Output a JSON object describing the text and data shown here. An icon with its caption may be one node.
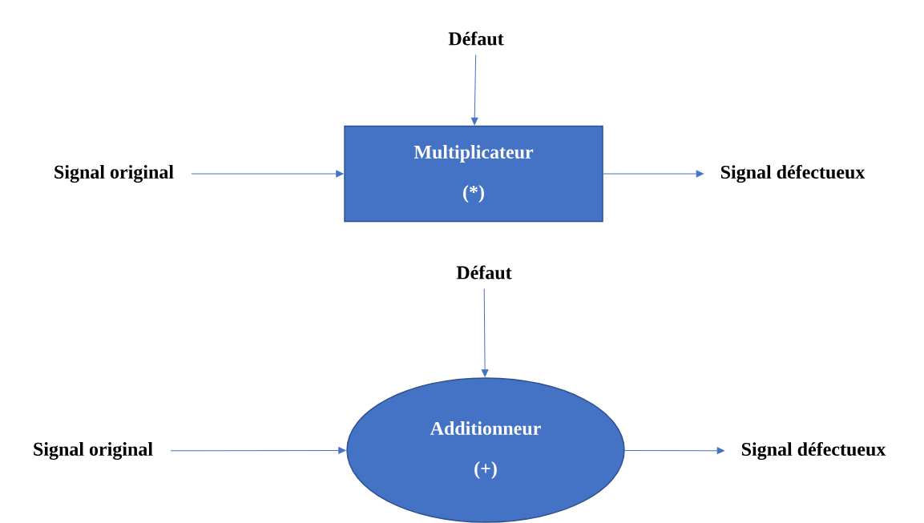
{
  "diagram": {
    "nodes": [
      {
        "text": [
          "Défaut"
        ]
      },
      {
        "text": [
          "Signal original"
        ]
      },
      {
        "text": [
          "Multiplicateur",
          "(*)"
        ]
      },
      {
        "text": [
          "Signal défectueux"
        ]
      },
      {
        "text": [
          "Défaut"
        ]
      },
      {
        "text": [
          "Signal original"
        ]
      },
      {
        "text": [
          "Additionneur",
          "(+)"
        ]
      },
      {
        "text": [
          "Signal défectueux"
        ]
      }
    ],
    "edges": [
      {
        "from": 0,
        "to": 2,
        "arrow": "to"
      },
      {
        "from": 1,
        "to": 2,
        "arrow": "to"
      },
      {
        "from": 2,
        "to": 3,
        "arrow": "to"
      },
      {
        "from": 4,
        "to": 6,
        "arrow": "to"
      },
      {
        "from": 5,
        "to": 6,
        "arrow": "to"
      },
      {
        "from": 6,
        "to": 7,
        "arrow": "to"
      }
    ]
  }
}
